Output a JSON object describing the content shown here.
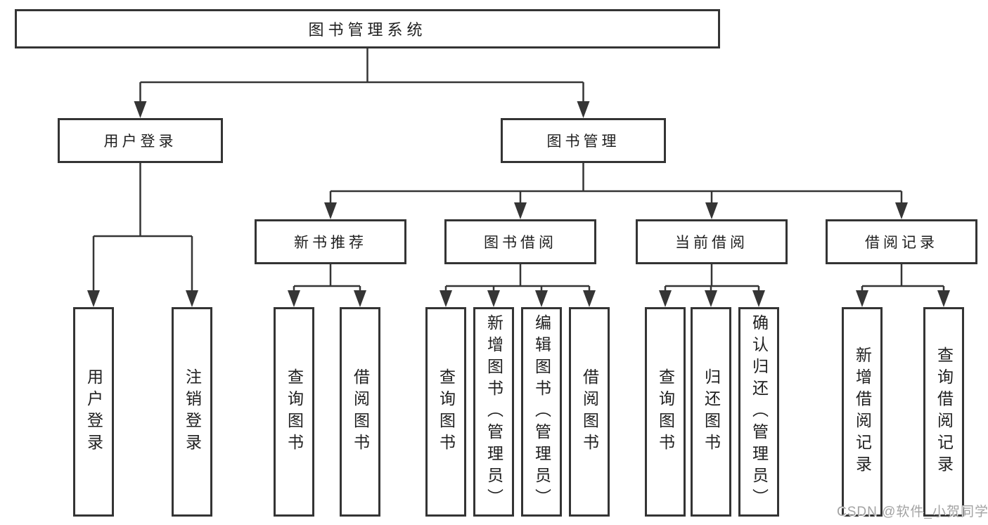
{
  "diagram_type": "hierarchy-tree",
  "colors": {
    "background": "#ffffff",
    "box_border": "#343434",
    "connector_line": "#353535",
    "text": "#202020",
    "watermark_text": "#a3a3a3"
  },
  "tree": {
    "label": "图书管理系统",
    "children": [
      {
        "label": "用户登录",
        "children": [
          {
            "label": "用户登录"
          },
          {
            "label": "注销登录"
          }
        ]
      },
      {
        "label": "图书管理",
        "children": [
          {
            "label": "新书推荐",
            "children": [
              {
                "label": "查询图书"
              },
              {
                "label": "借阅图书"
              }
            ]
          },
          {
            "label": "图书借阅",
            "children": [
              {
                "label": "查询图书"
              },
              {
                "label": "新增图书（管理员）"
              },
              {
                "label": "编辑图书（管理员）"
              },
              {
                "label": "借阅图书"
              }
            ]
          },
          {
            "label": "当前借阅",
            "children": [
              {
                "label": "查询图书"
              },
              {
                "label": "归还图书"
              },
              {
                "label": "确认归还（管理员）"
              }
            ]
          },
          {
            "label": "借阅记录",
            "children": [
              {
                "label": "新增借阅记录"
              },
              {
                "label": "查询借阅记录"
              }
            ]
          }
        ]
      }
    ]
  },
  "watermark": {
    "text": "CSDN @软件_小贺同学"
  }
}
